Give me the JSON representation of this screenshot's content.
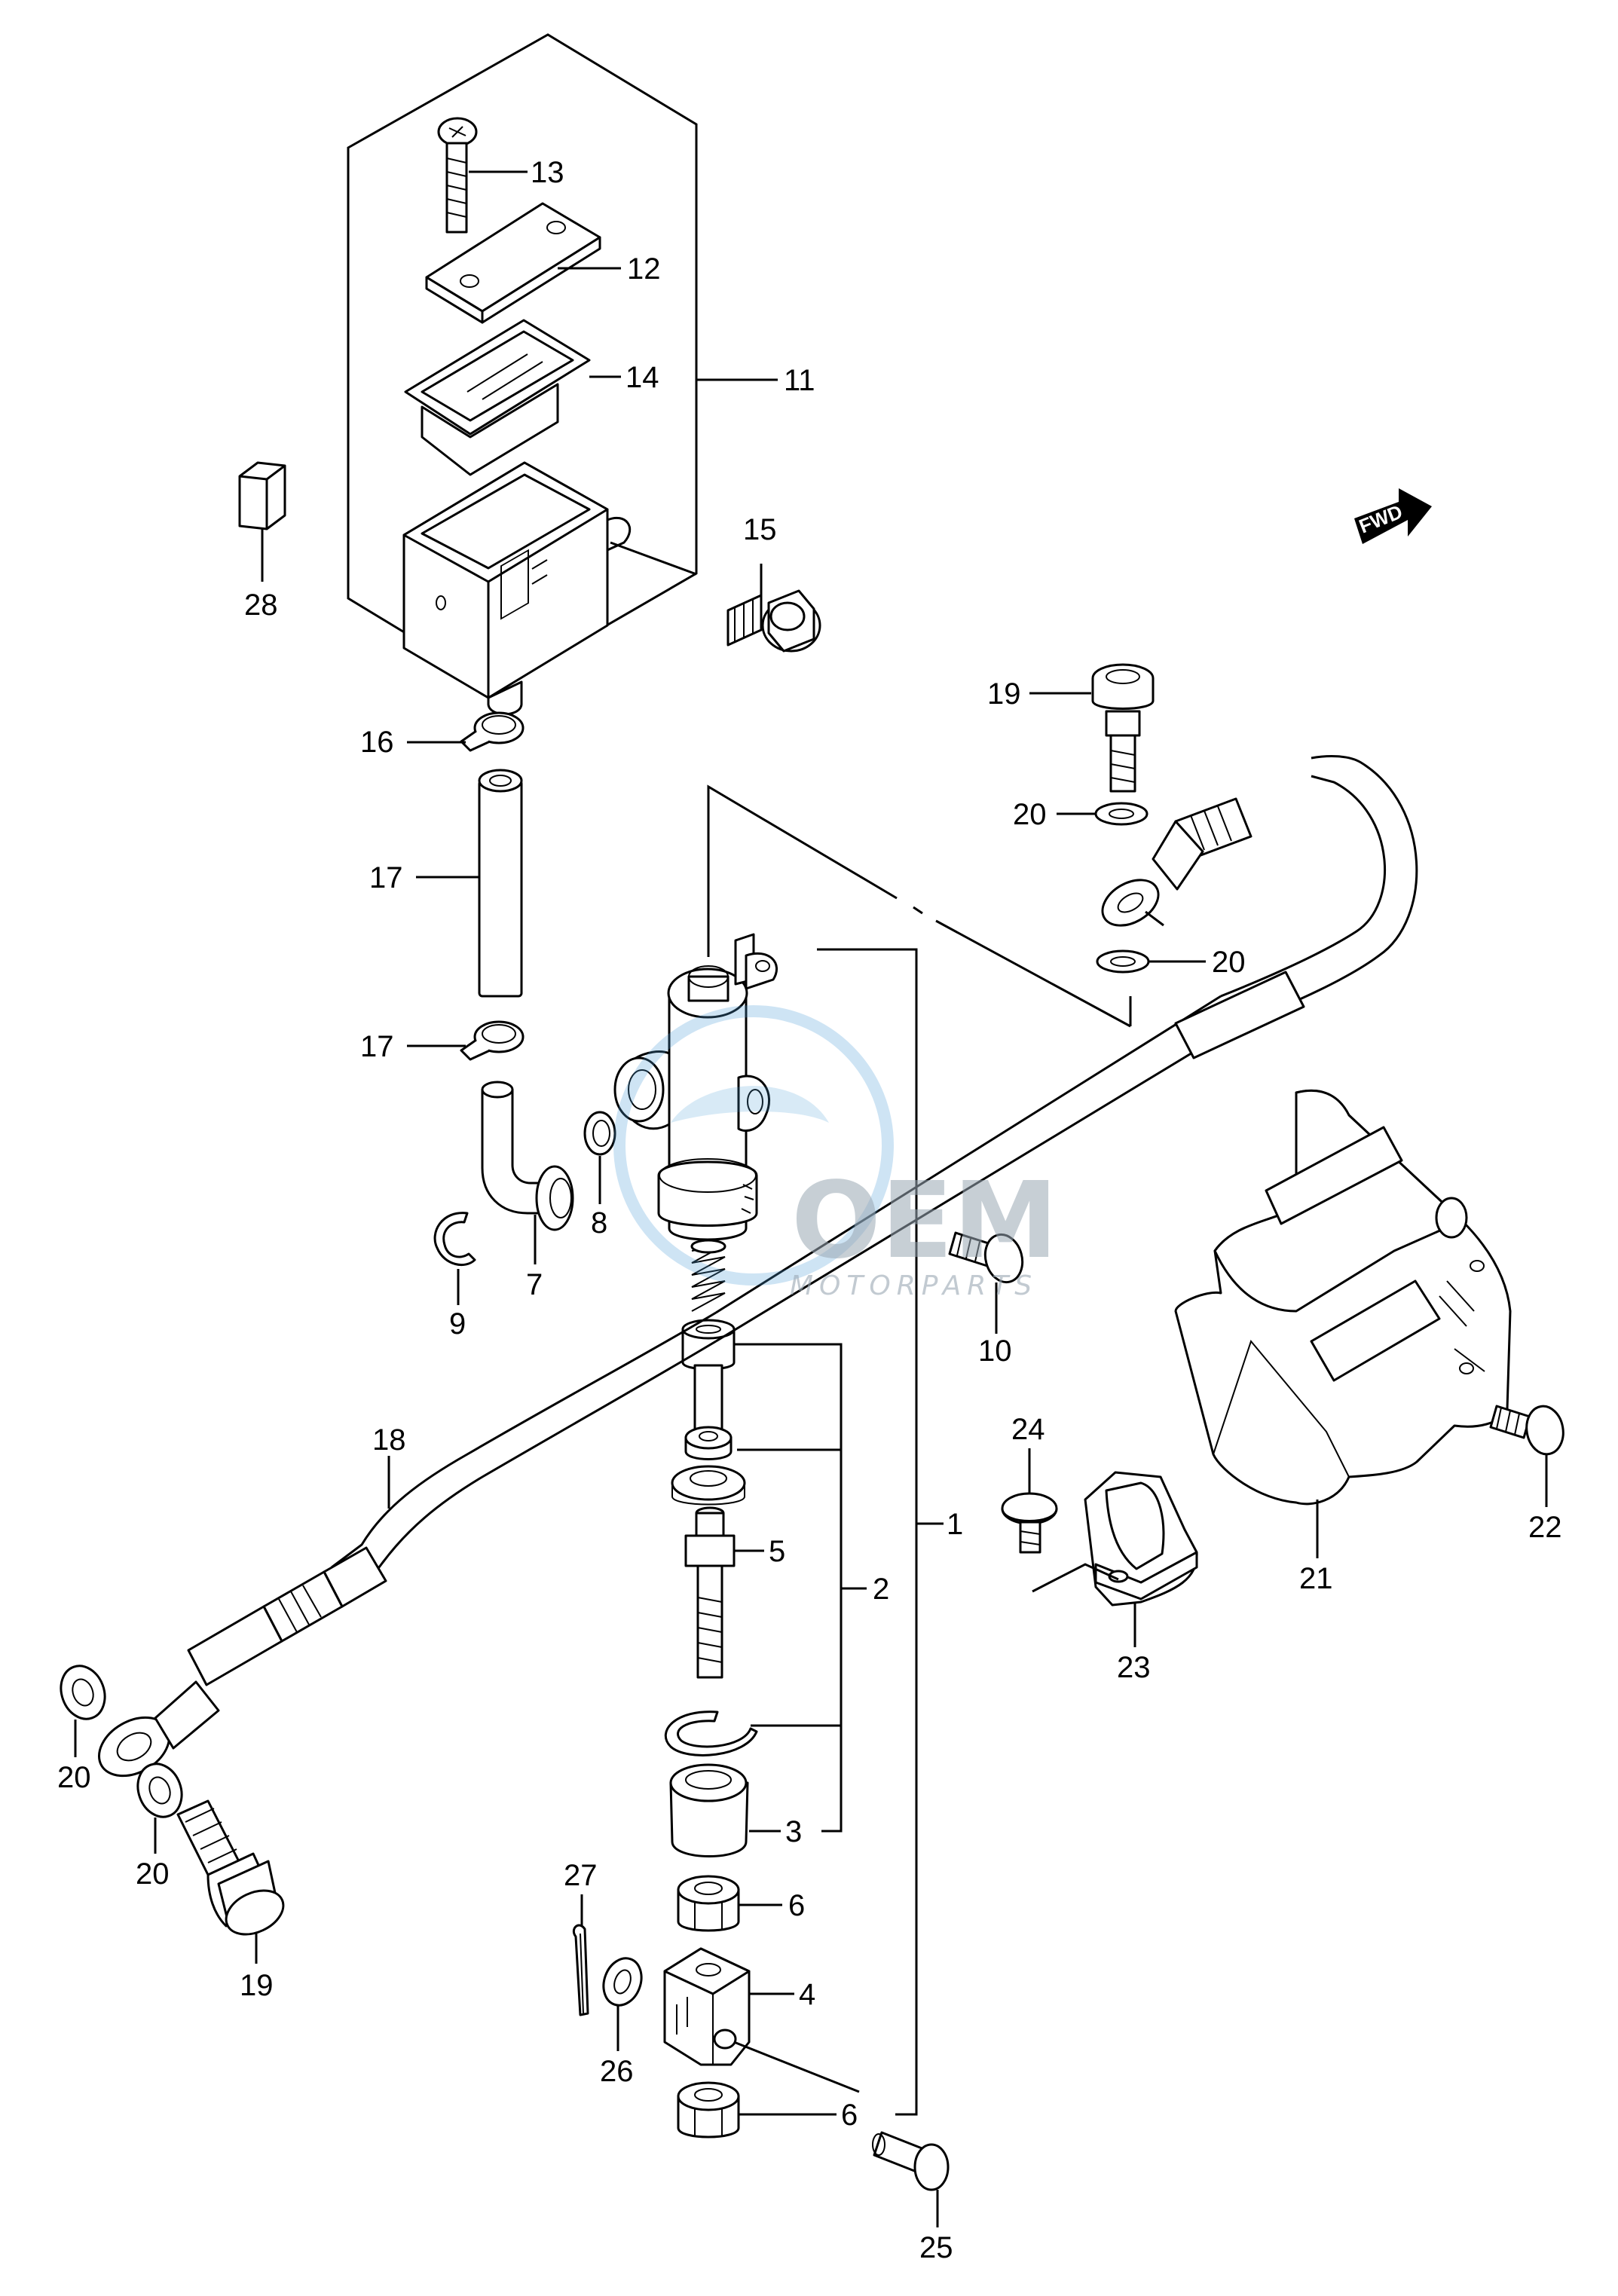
{
  "diagram": {
    "direction_badge": "FWD",
    "watermark": {
      "main": "OEM",
      "sub": "MOTORPARTS",
      "accent_color": "#4f9fd6"
    },
    "callouts": [
      {
        "id": "c1",
        "text": "1"
      },
      {
        "id": "c2",
        "text": "2"
      },
      {
        "id": "c3",
        "text": "3"
      },
      {
        "id": "c4",
        "text": "4"
      },
      {
        "id": "c5",
        "text": "5"
      },
      {
        "id": "c6a",
        "text": "6"
      },
      {
        "id": "c6b",
        "text": "6"
      },
      {
        "id": "c7",
        "text": "7"
      },
      {
        "id": "c8",
        "text": "8"
      },
      {
        "id": "c9",
        "text": "9"
      },
      {
        "id": "c10",
        "text": "10"
      },
      {
        "id": "c11",
        "text": "11"
      },
      {
        "id": "c12",
        "text": "12"
      },
      {
        "id": "c13",
        "text": "13"
      },
      {
        "id": "c14",
        "text": "14"
      },
      {
        "id": "c15",
        "text": "15"
      },
      {
        "id": "c16",
        "text": "16"
      },
      {
        "id": "c17a",
        "text": "17"
      },
      {
        "id": "c17b",
        "text": "17"
      },
      {
        "id": "c18",
        "text": "18"
      },
      {
        "id": "c19a",
        "text": "19"
      },
      {
        "id": "c19b",
        "text": "19"
      },
      {
        "id": "c20a",
        "text": "20"
      },
      {
        "id": "c20b",
        "text": "20"
      },
      {
        "id": "c20c",
        "text": "20"
      },
      {
        "id": "c20d",
        "text": "20"
      },
      {
        "id": "c21",
        "text": "21"
      },
      {
        "id": "c22",
        "text": "22"
      },
      {
        "id": "c23",
        "text": "23"
      },
      {
        "id": "c24",
        "text": "24"
      },
      {
        "id": "c25",
        "text": "25"
      },
      {
        "id": "c26",
        "text": "26"
      },
      {
        "id": "c27",
        "text": "27"
      },
      {
        "id": "c28",
        "text": "28"
      }
    ]
  }
}
